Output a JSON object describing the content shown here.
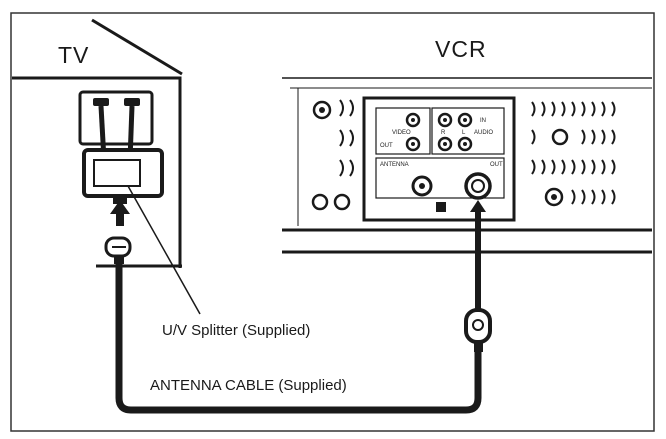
{
  "labels": {
    "tv": "TV",
    "vcr": "VCR",
    "splitter": "U/V Splitter (Supplied)",
    "cable": "ANTENNA CABLE (Supplied)"
  },
  "vcr_panel": {
    "video": "VIDEO",
    "r": "R",
    "l": "L",
    "audio": "AUDIO",
    "in": "IN",
    "out": "OUT",
    "antenna": "ANTENNA",
    "rf_out": "OUT"
  },
  "colors": {
    "ink": "#1a1a1a",
    "background": "#ffffff",
    "frame": "#333333"
  }
}
